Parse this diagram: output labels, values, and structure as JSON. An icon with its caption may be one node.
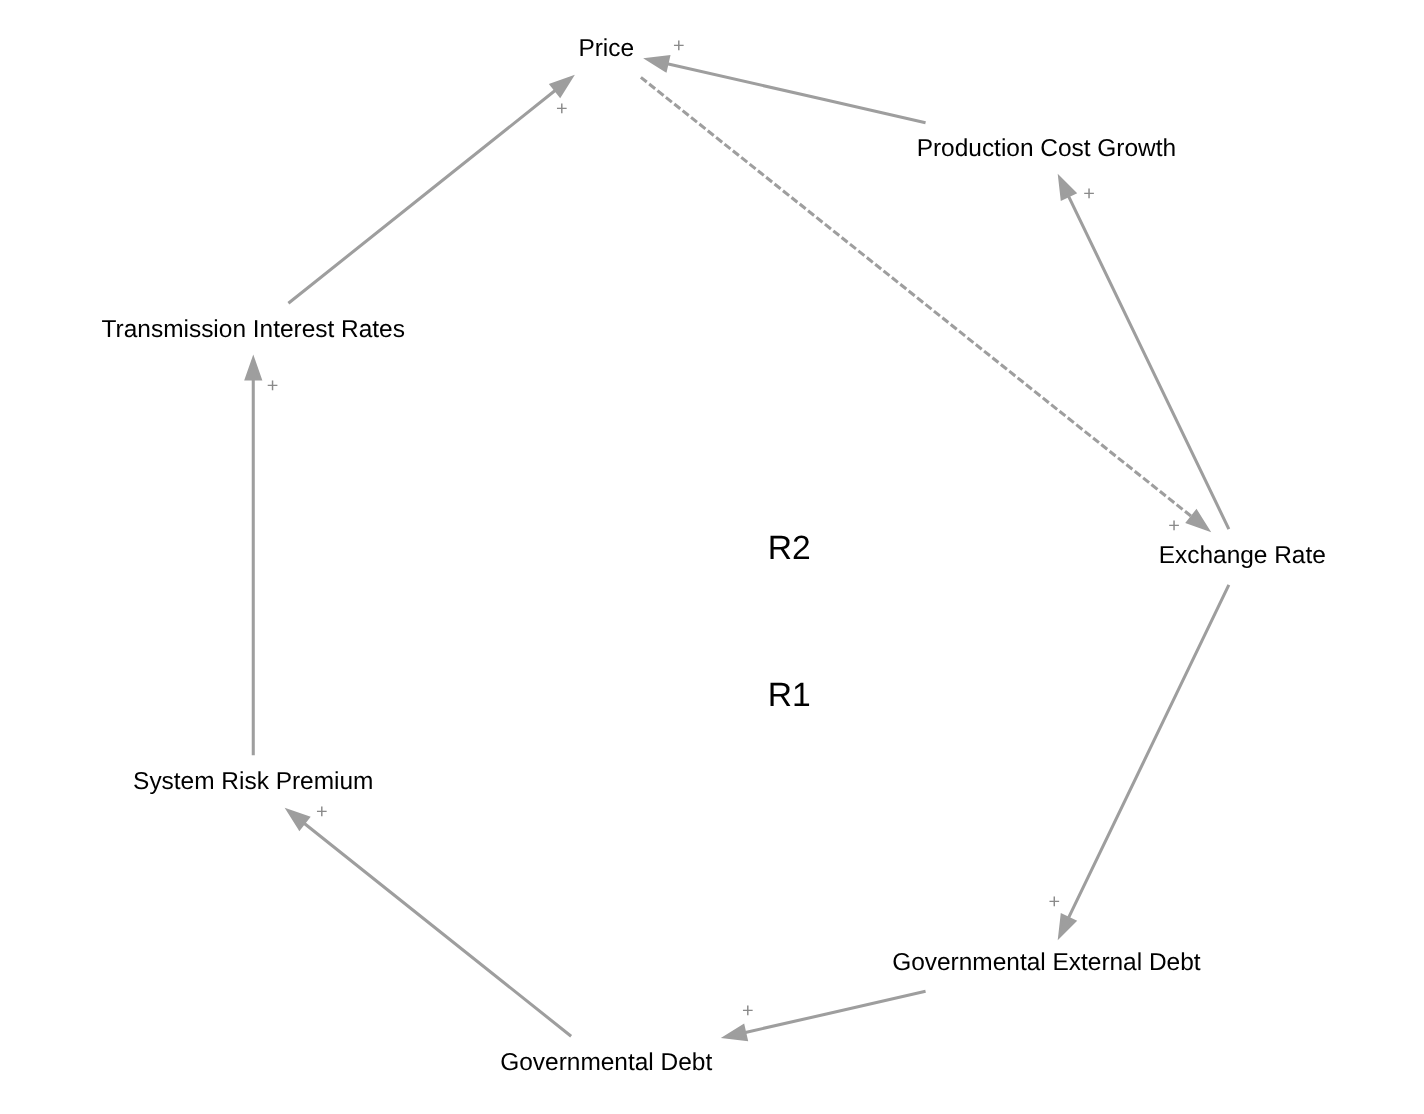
{
  "diagram": {
    "nodes": [
      {
        "text": [
          "Exchange Rate"
        ]
      },
      {
        "text": [
          "Governmental External Debt"
        ]
      },
      {
        "text": [
          "Production Cost Growth"
        ]
      },
      {
        "text": [
          "Governmental Debt"
        ]
      },
      {
        "text": [
          "Price"
        ]
      },
      {
        "text": [
          "System Risk Premium"
        ]
      },
      {
        "text": [
          "Transmission Interest Rates"
        ]
      }
    ],
    "edges": [
      {
        "from": 0,
        "to": 1,
        "arrow": "to",
        "label": "+"
      },
      {
        "from": 0,
        "to": 2,
        "arrow": "to",
        "label": "+"
      },
      {
        "from": 1,
        "to": 3,
        "arrow": "to",
        "label": "+"
      },
      {
        "from": 3,
        "to": 5,
        "arrow": "to",
        "label": "+"
      },
      {
        "from": 5,
        "to": 6,
        "arrow": "to",
        "label": "+"
      },
      {
        "from": 6,
        "to": 4,
        "arrow": "to",
        "label": "+"
      },
      {
        "from": 2,
        "to": 4,
        "arrow": "to",
        "label": "+"
      },
      {
        "from": 4,
        "to": 0,
        "arrow": "to",
        "label": "+",
        "style": "dashed"
      }
    ],
    "labels": [
      "R2",
      "R1"
    ]
  }
}
